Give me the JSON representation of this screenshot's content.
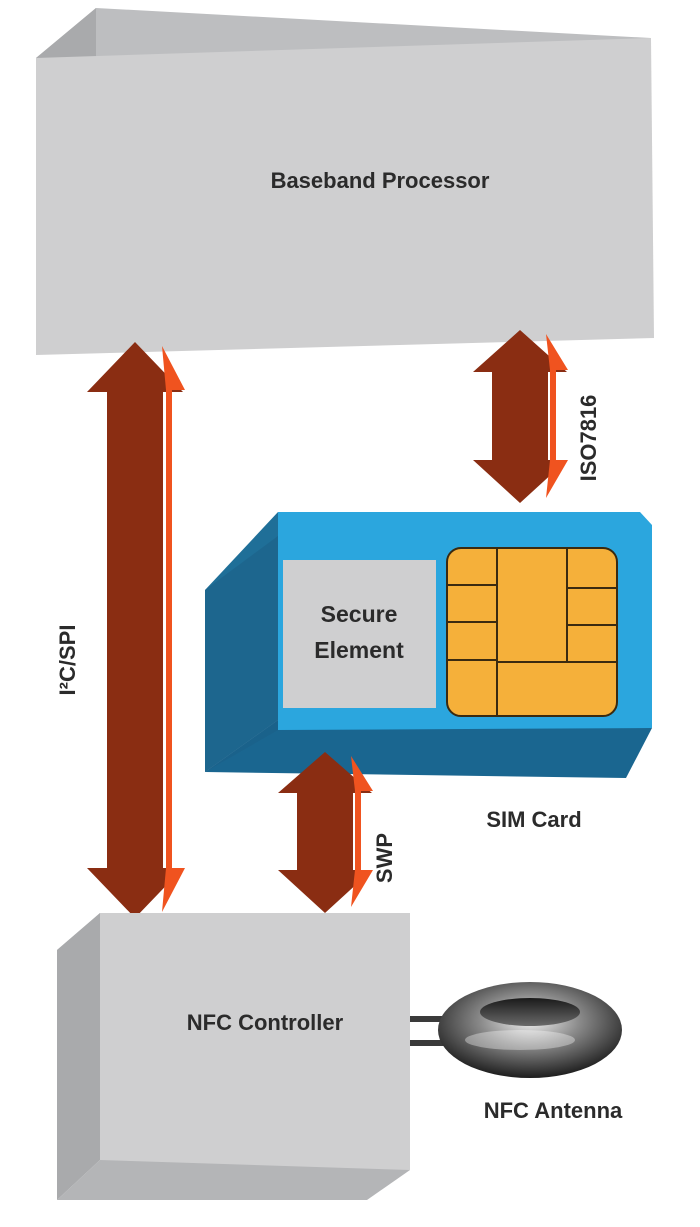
{
  "components": {
    "baseband": {
      "label": "Baseband Processor"
    },
    "secure_element": {
      "line1": "Secure",
      "line2": "Element"
    },
    "sim_card": {
      "label": "SIM Card"
    },
    "nfc_controller": {
      "label": "NFC Controller"
    },
    "nfc_antenna": {
      "label": "NFC Antenna"
    }
  },
  "links": {
    "i2c_spi": {
      "label": "I²C/SPI"
    },
    "iso7816": {
      "label": "ISO7816"
    },
    "swp": {
      "label": "SWP"
    }
  },
  "colors": {
    "block_front": "#cfcfd0",
    "block_side": "#a9aaac",
    "block_top": "#bdbec0",
    "arrow_body": "#8a2d12",
    "arrow_highlight": "#f0531f",
    "sim_front": "#2ba6de",
    "sim_side": "#1f6f98",
    "chip": "#f5b03a",
    "antenna": "#3a3a3a"
  }
}
